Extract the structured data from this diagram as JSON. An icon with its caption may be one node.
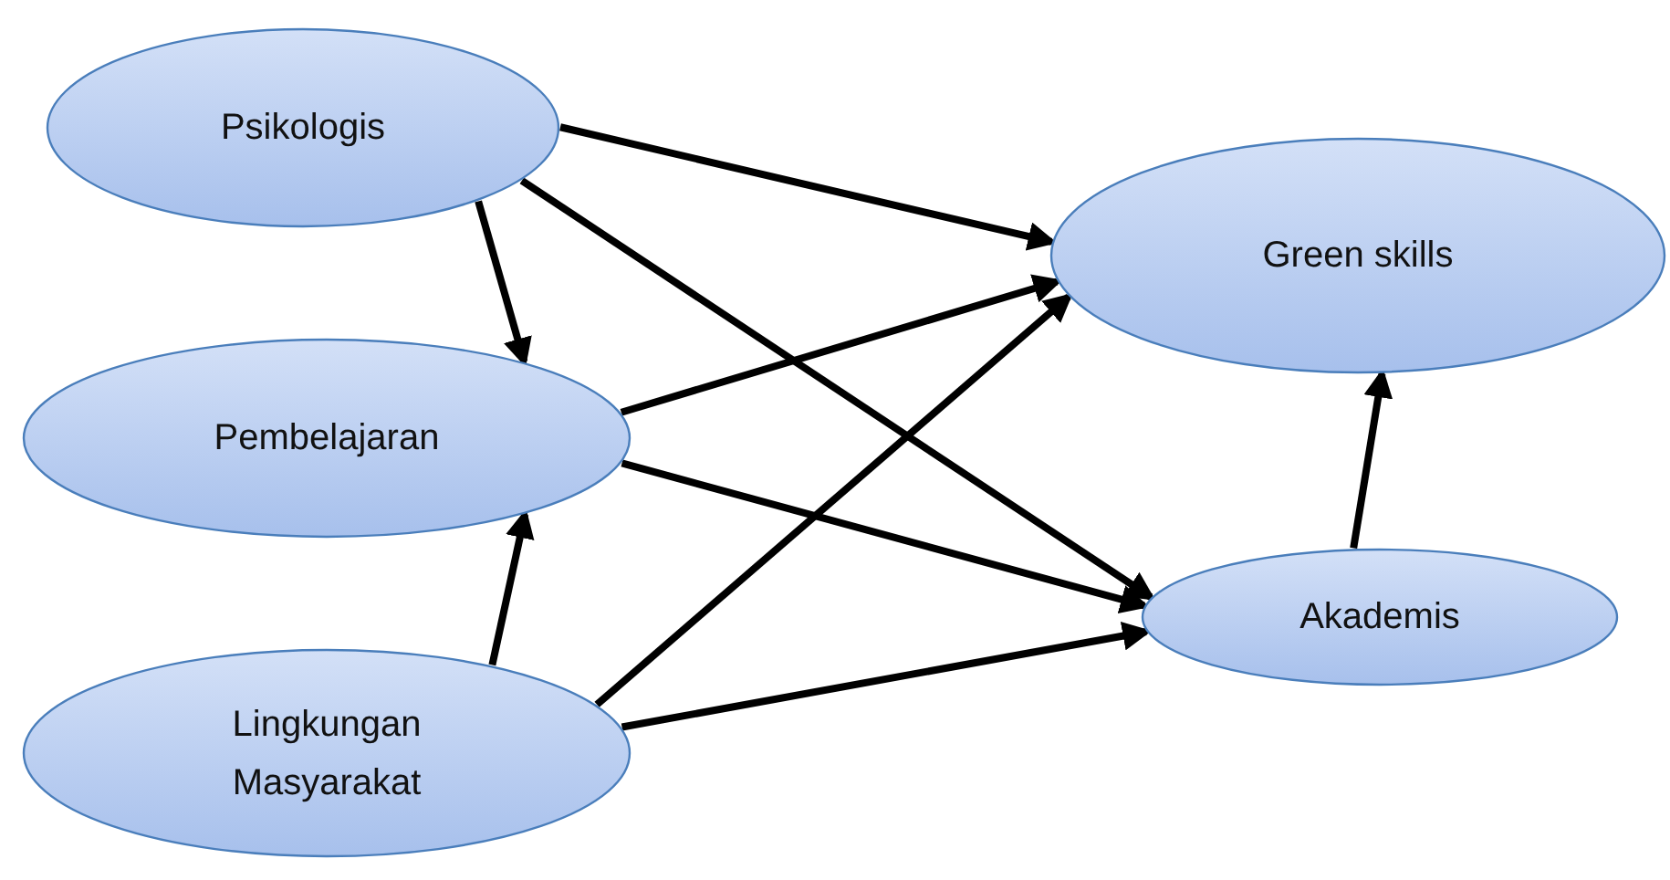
{
  "diagram": {
    "nodes": [
      {
        "text": [
          "Psikologis"
        ]
      },
      {
        "text": [
          "Pembelajaran"
        ]
      },
      {
        "text": [
          "Lingkungan Masyarakat"
        ]
      },
      {
        "text": [
          "Green skills"
        ]
      },
      {
        "text": [
          "Akademis"
        ]
      }
    ],
    "edges": [
      {
        "from": 0,
        "to": 3,
        "arrow": "to"
      },
      {
        "from": 0,
        "to": 4,
        "arrow": "to"
      },
      {
        "from": 0,
        "to": 1,
        "arrow": "to"
      },
      {
        "from": 1,
        "to": 3,
        "arrow": "to"
      },
      {
        "from": 1,
        "to": 4,
        "arrow": "to"
      },
      {
        "from": 2,
        "to": 1,
        "arrow": "to"
      },
      {
        "from": 2,
        "to": 3,
        "arrow": "to"
      },
      {
        "from": 2,
        "to": 4,
        "arrow": "to"
      },
      {
        "from": 4,
        "to": 3,
        "arrow": "to"
      }
    ]
  }
}
